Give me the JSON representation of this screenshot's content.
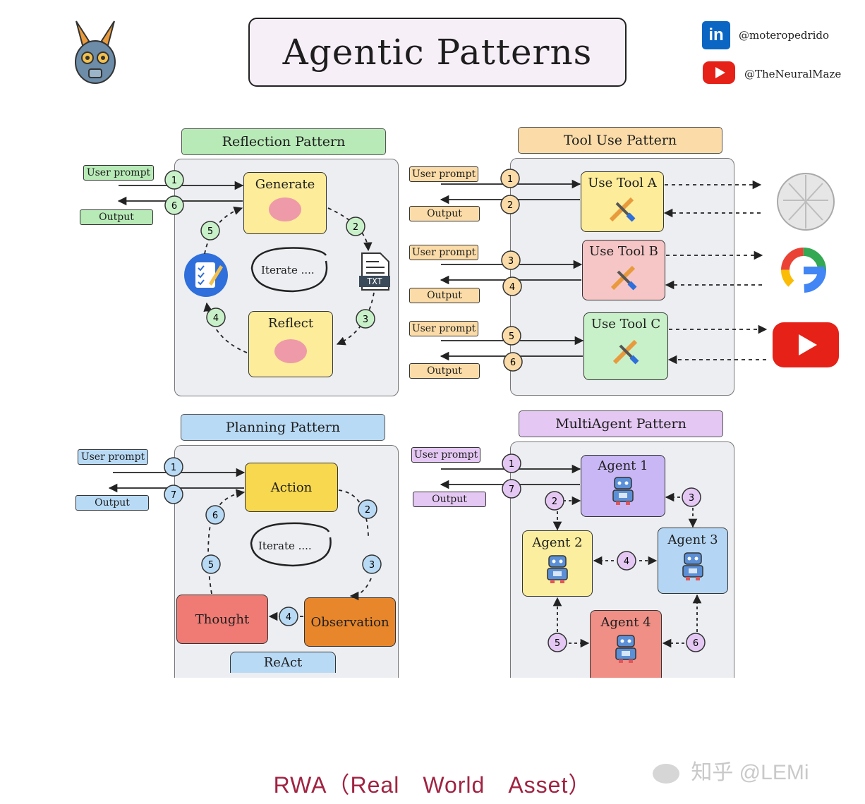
{
  "header": {
    "title": "Agentic Patterns",
    "socials": [
      {
        "icon": "linkedin-icon",
        "handle": "@moteropedrido"
      },
      {
        "icon": "youtube-icon",
        "handle": "@TheNeuralMaze"
      }
    ]
  },
  "reflection": {
    "title": "Reflection Pattern",
    "user_prompt": "User prompt",
    "output": "Output",
    "generate": "Generate",
    "reflect": "Reflect",
    "iterate": "Iterate ....",
    "file_label": "TXT",
    "steps": [
      "1",
      "2",
      "3",
      "4",
      "5",
      "6"
    ]
  },
  "tooluse": {
    "title": "Tool Use Pattern",
    "user_prompt": "User prompt",
    "output": "Output",
    "tools": [
      "Use Tool A",
      "Use Tool B",
      "Use Tool C"
    ],
    "steps": [
      "1",
      "2",
      "3",
      "4",
      "5",
      "6"
    ]
  },
  "planning": {
    "title": "Planning Pattern",
    "user_prompt": "User prompt",
    "output": "Output",
    "action": "Action",
    "observation": "Observation",
    "thought": "Thought",
    "iterate": "Iterate ....",
    "react": "ReAct",
    "steps": [
      "1",
      "2",
      "3",
      "4",
      "5",
      "6",
      "7"
    ]
  },
  "multiagent": {
    "title": "MultiAgent Pattern",
    "user_prompt": "User prompt",
    "output": "Output",
    "agents": [
      "Agent 1",
      "Agent 2",
      "Agent 3",
      "Agent 4"
    ],
    "steps": [
      "1",
      "2",
      "3",
      "4",
      "5",
      "6",
      "7"
    ]
  },
  "footer": {
    "text": "RWA（Real　World　Asset）",
    "watermark": "知乎 @LEMi"
  },
  "colors": {
    "green": "#b8eab8",
    "orange": "#fbdca8",
    "blue": "#b9daf5",
    "purple": "#e4c8f3",
    "yellow": "#fdec9a",
    "pink": "#f6c6c6",
    "node_green": "#c9f1c9",
    "action": "#f8d84e",
    "observation": "#e7862b",
    "thought": "#ef7b74",
    "agent1": "#c9b7f5",
    "agent2": "#fbee9e",
    "agent3": "#b4d6f4",
    "agent4": "#ef8f86",
    "footer": "#a02342"
  }
}
